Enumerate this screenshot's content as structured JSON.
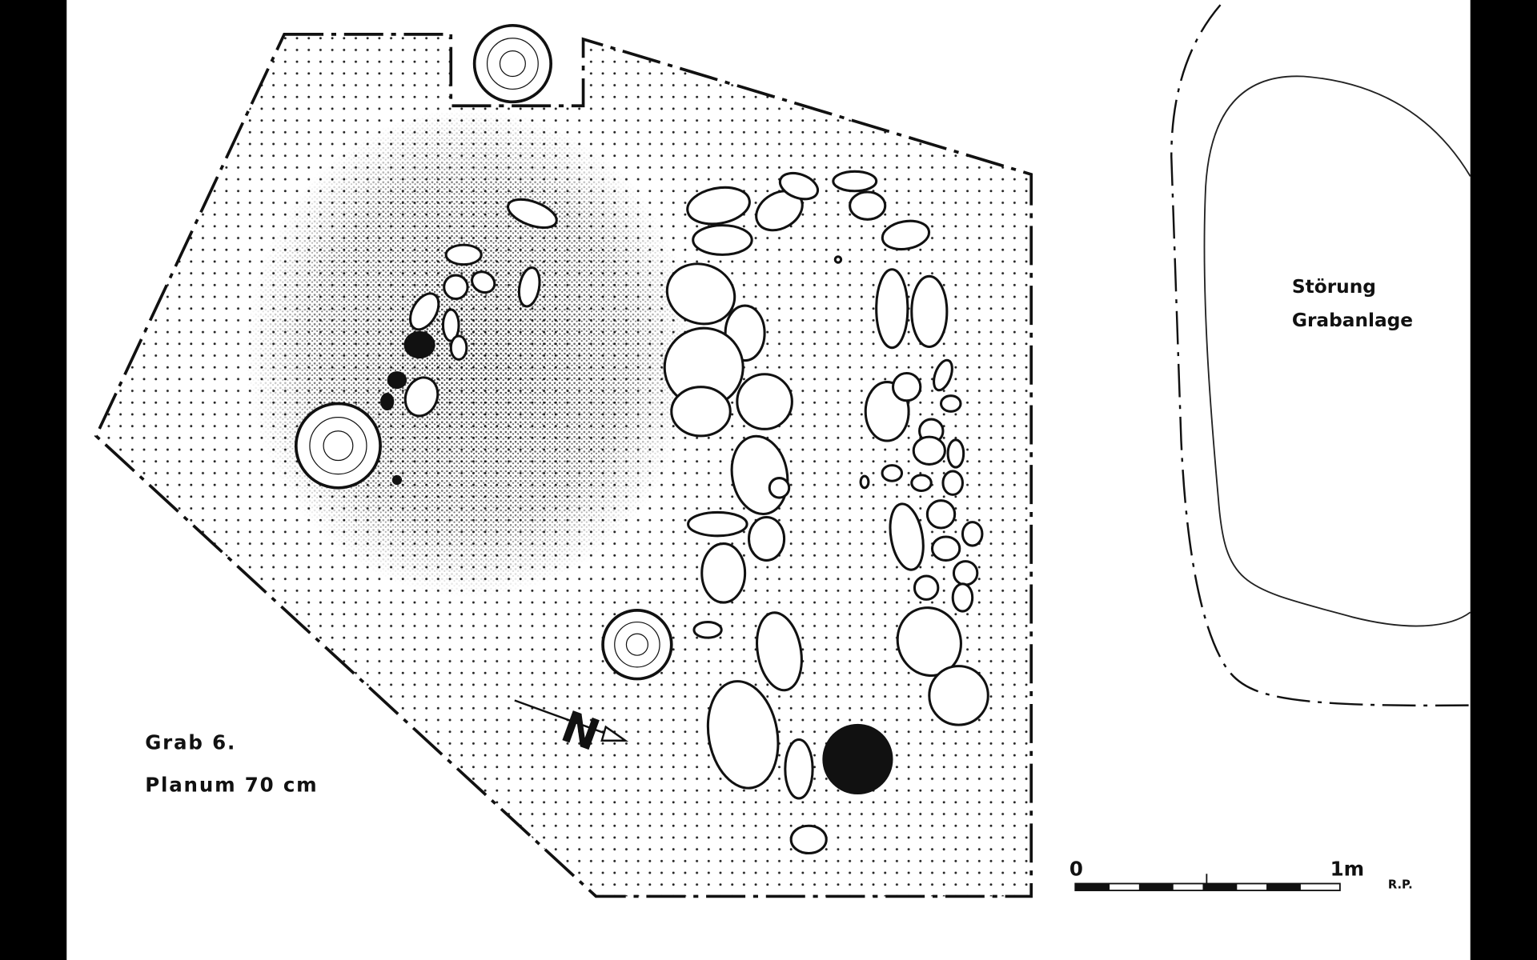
{
  "title": {
    "line1": "Grab 6.",
    "line2": "Planum 70 cm"
  },
  "disturbance": {
    "line1": "Störung",
    "line2": "Grabanlage"
  },
  "scale_bar": {
    "start": "0",
    "end": "1m"
  },
  "author_initials": "R.P.",
  "north_label": "N"
}
